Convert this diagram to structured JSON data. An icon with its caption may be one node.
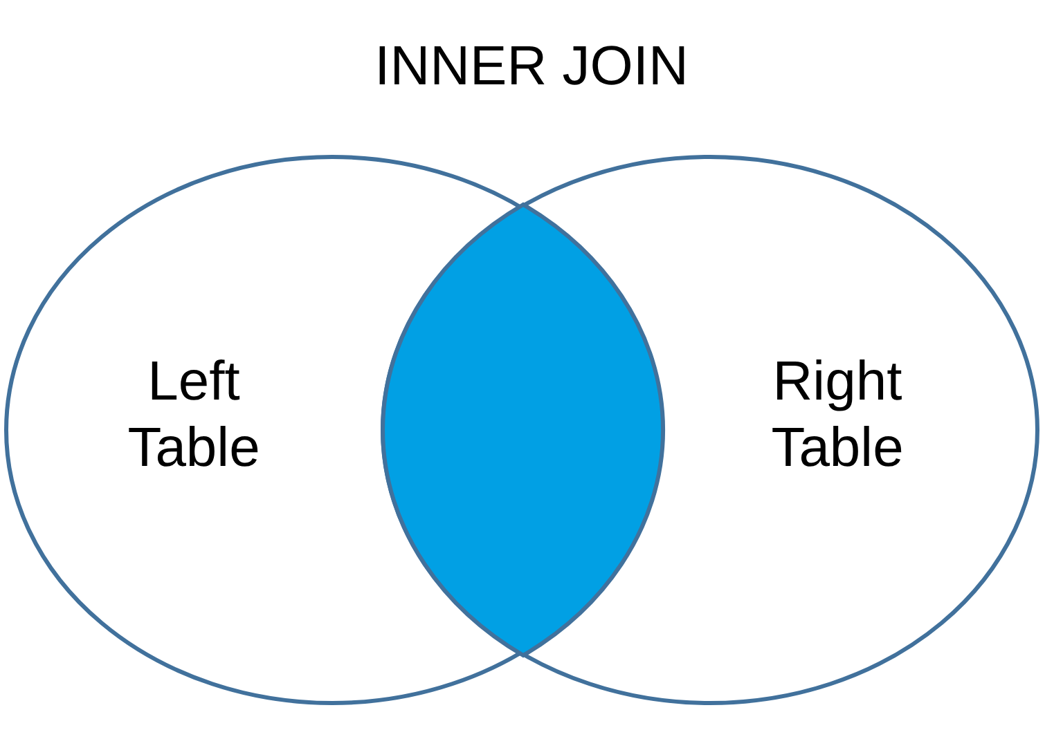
{
  "diagram": {
    "title": "INNER JOIN",
    "nodes": [
      {
        "text": [
          "Left Table"
        ]
      },
      {
        "text": [
          "Right Table"
        ]
      },
      {
        "text": [],
        "shape": "lens"
      }
    ],
    "edges": []
  }
}
